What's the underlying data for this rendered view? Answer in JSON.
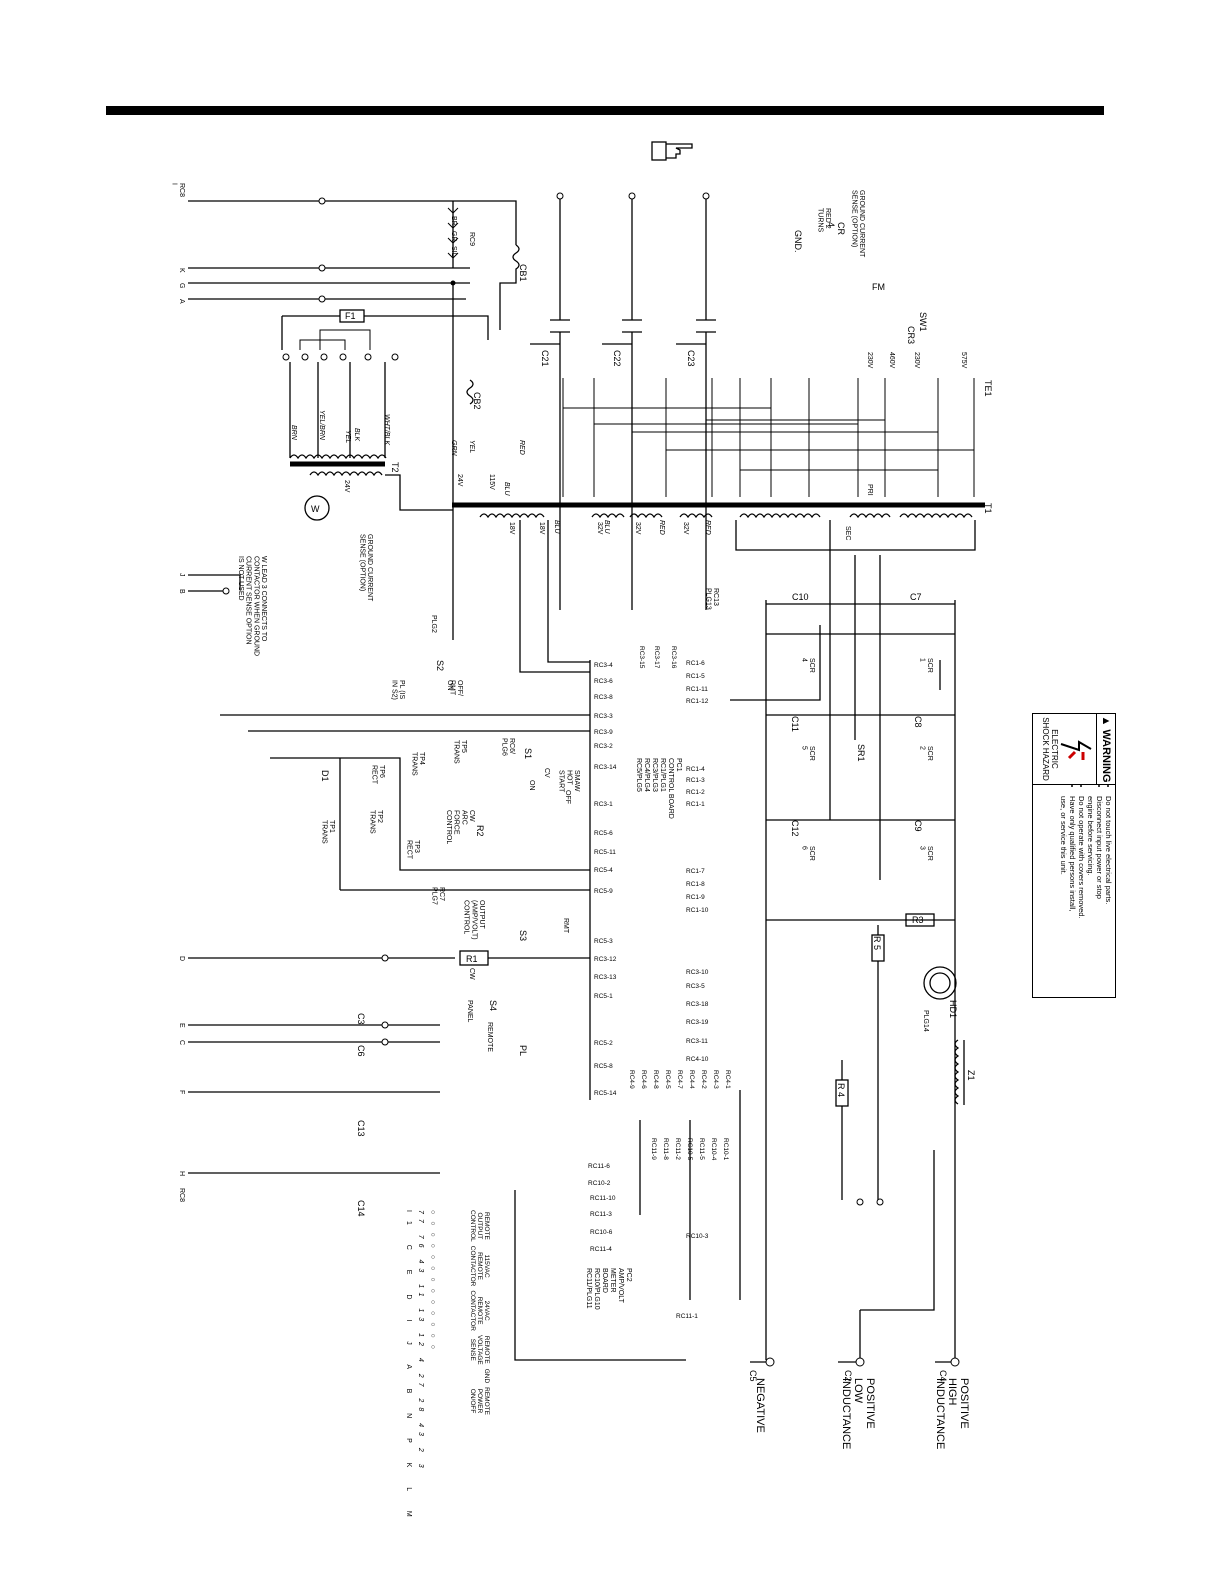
{
  "conn_labels": {
    "rc8_i": "RC8\nI",
    "k": "K",
    "g": "G",
    "a": "A",
    "j": "J",
    "b": "B",
    "d": "D",
    "e": "E",
    "c": "C",
    "f": "F",
    "h": "H",
    "rc8_bot": "RC8"
  },
  "rc3_wires": [
    "BR",
    "GR",
    "SIL",
    "RC9"
  ],
  "components": {
    "cb1": "CB1",
    "cb2": "CB2",
    "f1": "F1",
    "t2": "T2",
    "t1": "T1",
    "te1": "TE1",
    "sr1": "SR1",
    "hd1": "HD1",
    "z1": "Z1",
    "fm": "FM",
    "sw1": "SW1",
    "cr3": "CR3",
    "cr4": "CR\n4",
    "gnd": "GND.",
    "w_cont": "W",
    "c21": "C21",
    "c22": "C22",
    "c23": "C23",
    "r3": "R3",
    "r5": "R 5",
    "r4": "R 4",
    "r1": "R1",
    "r2": "R2",
    "d1": "D1",
    "c3": "C3",
    "c6": "C6",
    "c13": "C13",
    "c14": "C14",
    "c2": "C2",
    "c4": "C4",
    "c5": "C5",
    "c7": "C7",
    "c8": "C8",
    "c9": "C9",
    "c10": "C10",
    "c11": "C11",
    "c12": "C12",
    "pl": "PL",
    "s1": "S1",
    "s2": "S2",
    "s3": "S3",
    "s4": "S4"
  },
  "scrs": [
    "SCR\n1",
    "SCR\n2",
    "SCR\n3",
    "SCR\n4",
    "SCR\n5",
    "SCR\n6"
  ],
  "ground_current_sense": "GROUND CURRENT\nSENSE (OPTION)",
  "ground_current_sense_2": "GROUND CURRENT\nSENSE (OPTION)",
  "red_turns": "RED 2\nTURNS",
  "voltages_t1": [
    "230V",
    "460V",
    "230V",
    "575V"
  ],
  "t2_voltages": [
    "24V",
    "115V",
    "24V"
  ],
  "t1_taps": [
    "18V",
    "18V",
    "32V",
    "32V",
    "32V",
    "SEC",
    "PRI"
  ],
  "wire_colors": [
    "BRN",
    "YEL/BRN",
    "YEL",
    "BLK",
    "WHT/BLK",
    "GRN",
    "YEL",
    "RED",
    "BLU",
    "BLU",
    "BLU",
    "RED",
    "RED"
  ],
  "cr_note": "W LEAD 3 CONNECTS TO\nCONTACTOR WHEN GROUND\nCURRENT SENSE OPTION\nIS NOT USED",
  "pl_note": "PL (IS\nIN S2)",
  "s2_labels": [
    "ON",
    "OFF/\nRMT"
  ],
  "rc1_pins": [
    "RC1-6",
    "RC1-5",
    "RC1-11",
    "RC1-12",
    "RC1-4",
    "RC1-3",
    "RC1-2",
    "RC1-1",
    "RC1-7",
    "RC1-8",
    "RC1-9",
    "RC1-10"
  ],
  "rc3_left": [
    "RC3-4",
    "RC3-6",
    "RC3-8",
    "RC3-3",
    "RC3-9",
    "RC3-2",
    "RC3-14",
    "RC3-1"
  ],
  "rc3_top": [
    "RC3-15",
    "RC3-17",
    "RC3-16"
  ],
  "rc5_pins": [
    "RC5-6",
    "RC5-11",
    "RC5-4",
    "RC5-9",
    "RC5-3",
    "RC3-12",
    "RC3-13",
    "RC5-1",
    "RC5-2",
    "RC5-8",
    "RC5-14"
  ],
  "rc3_right": [
    "RC3-10",
    "RC3-5",
    "RC3-18",
    "RC3-19",
    "RC3-11",
    "RC4-10"
  ],
  "rc4_pins": [
    "RC4-9",
    "RC4-6",
    "RC4-8",
    "RC4-5",
    "RC4-7",
    "RC4-4",
    "RC4-2",
    "RC4-3",
    "RC4-1"
  ],
  "rc11_pins": [
    "RC11-6",
    "RC10-2",
    "RC11-9",
    "RC11-8",
    "RC11-2",
    "RC10-5",
    "RC11-5",
    "RC10-4",
    "RC10-1",
    "RC11-10",
    "RC11-3",
    "RC10-6",
    "RC11-4",
    "RC10-3",
    "RC11-1"
  ],
  "pc1": "PC1\nCONTROL BOARD\nRC1/PLG1\nRC3/PLG3\nRC4/PLG4\nRC5/PLG5",
  "pc2": "PC2\nAMP/VOLT\nMETER\nBOARD\nRC10/PLG10\nRC11/PLG11",
  "panel_labels": {
    "smaw_hot_start": "SMAW\nHOT\nSTART",
    "arc_force": "CW\nARC\nFORCE\nCONTROL",
    "output_control": "OUTPUT\n(AMP/VOLT)\nCONTROL",
    "trans_tp5": "TP5\nTRANS",
    "tp4": "TP4\nTRANS",
    "tp6": "TP6\nRECT",
    "tp2": "TP2\nTRANS",
    "tp1": "TP1\nTRANS",
    "tp3": "TP3\nRECT",
    "plg6": "RC6/\nPLG6",
    "plg7": "RC7\nPLG7",
    "plg2": "PLG2",
    "plg13": "RC13\nPLG13",
    "plg14": "PLG14",
    "panel": "PANEL",
    "remote": "REMOTE",
    "on": "ON",
    "off": "OFF",
    "cv": "CV",
    "rmt": "RMT",
    "cw": "CW"
  },
  "outputs": [
    {
      "label": "NEGATIVE"
    },
    {
      "label": "POSITIVE\nLOW\nINDUCTANCE"
    },
    {
      "label": "POSITIVE\nHIGH\nINDUCTANCE"
    }
  ],
  "remote_table": {
    "header_letters": [
      "I1",
      "C",
      "E",
      "D",
      "I",
      "J",
      "A",
      "B",
      "N",
      "P",
      "K",
      "L",
      "M"
    ],
    "header_nums": [
      "77",
      "76",
      "43",
      "11",
      "13",
      "12",
      "4",
      "27",
      "28",
      "43",
      "2",
      "3"
    ],
    "groups": [
      "REMOTE\nOUTPUT\nCONTROL",
      "115VAC\nREMOTE\nCONTACTOR",
      "24VAC\nREMOTE\nCONTACTOR",
      "REMOTE\nVOLTAGE\nSENSE",
      "GND",
      "REMOTE\nPOWER\nON/OFF"
    ]
  },
  "warning": {
    "title": "WARNING",
    "hazard": "ELECTRIC\nSHOCK HAZARD",
    "bullets": [
      "Do not touch live electrical parts.",
      "Disconnect input power or stop\nengine before servicing.",
      "Do not operate with covers removed.",
      "Have only qualified persons install,\nuse, or service this unit."
    ]
  }
}
